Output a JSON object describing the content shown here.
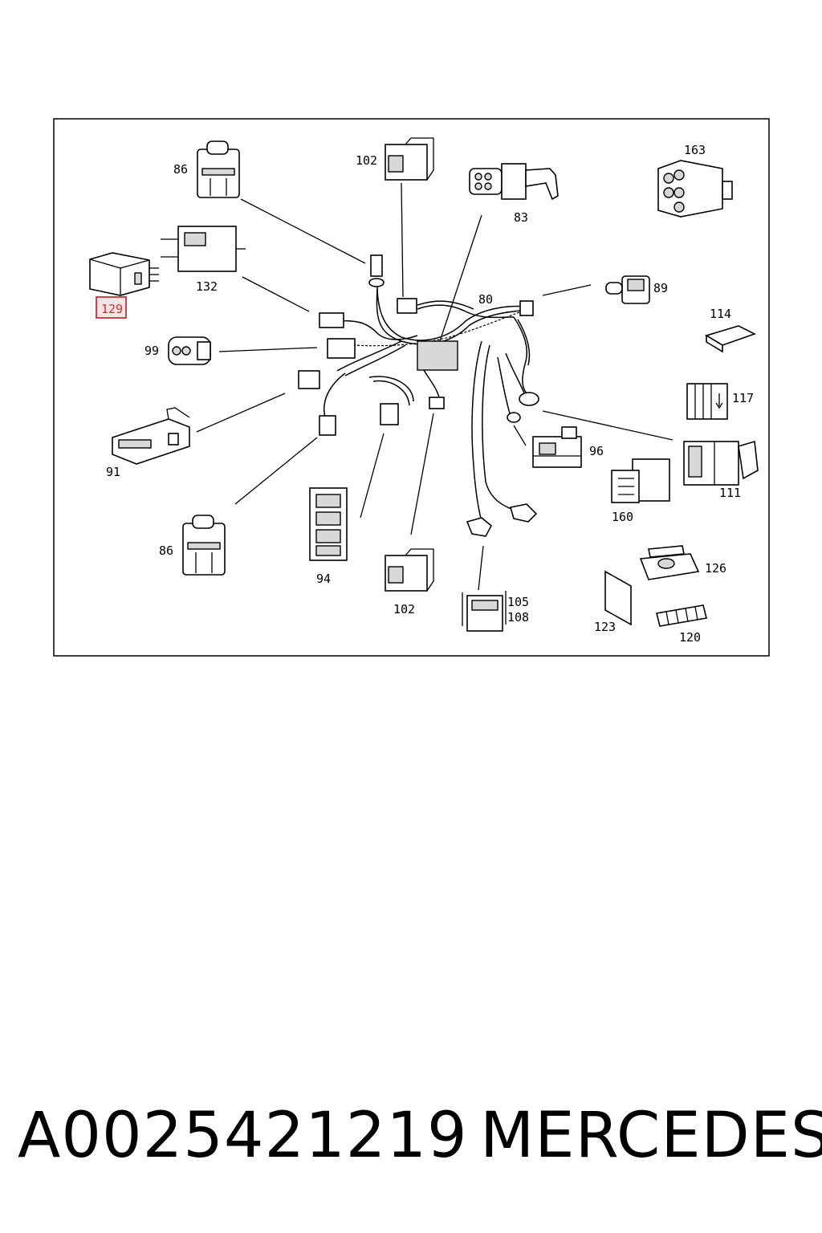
{
  "diagram": {
    "labels": {
      "l86_top": "86",
      "l102_top": "102",
      "l163": "163",
      "l83": "83",
      "l132": "132",
      "l129": "129",
      "l80": "80",
      "l89": "89",
      "l114": "114",
      "l99": "99",
      "l117": "117",
      "l91": "91",
      "l96": "96",
      "l111": "111",
      "l160": "160",
      "l86_bottom": "86",
      "l94": "94",
      "l102_bottom": "102",
      "l105": "105",
      "l108": "108",
      "l126": "126",
      "l123": "123",
      "l120": "120"
    },
    "highlighted_label": "129",
    "highlight_color": "#c83232"
  },
  "footer": {
    "part_number": "A0025421219",
    "brand": "MERCEDES"
  }
}
